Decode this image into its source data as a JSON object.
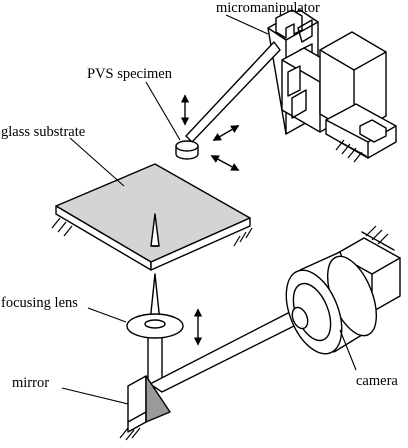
{
  "labels": {
    "micromanipulator": "micromanipulator",
    "pvs_specimen": "PVS specimen",
    "glass_substrate": "glass substrate",
    "focusing_lens": "focusing lens",
    "mirror": "mirror",
    "camera": "camera"
  }
}
